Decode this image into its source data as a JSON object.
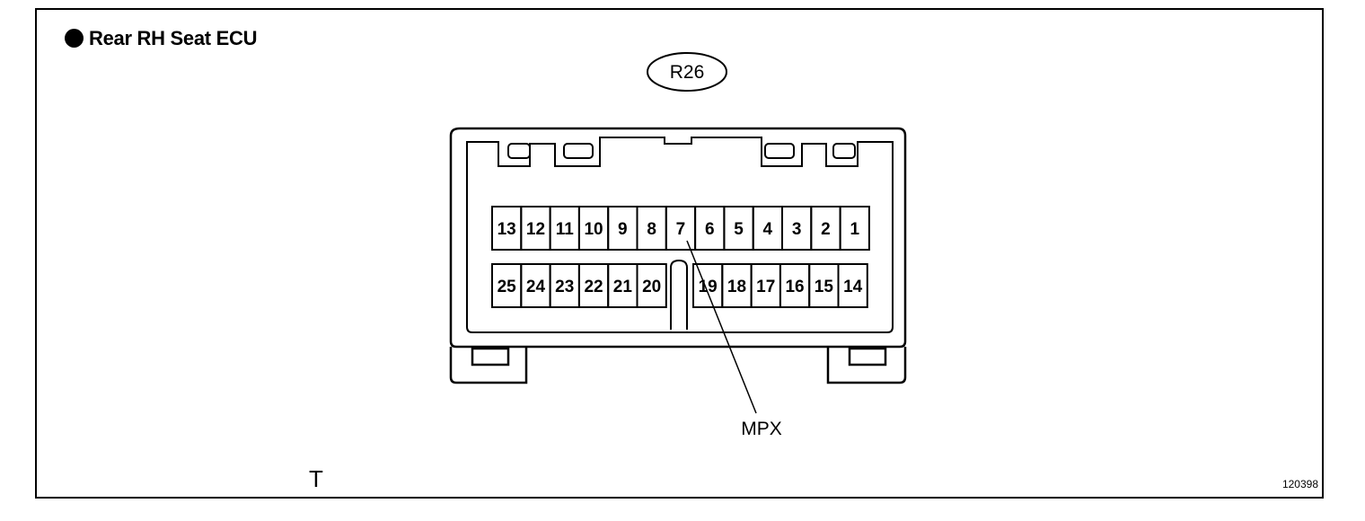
{
  "title": "Rear RH Seat ECU",
  "connector_code": "R26",
  "pins_top": [
    "13",
    "12",
    "11",
    "10",
    "9",
    "8",
    "7",
    "6",
    "5",
    "4",
    "3",
    "2",
    "1"
  ],
  "pins_bottom_left": [
    "25",
    "24",
    "23",
    "22",
    "21",
    "20"
  ],
  "pins_bottom_right": [
    "19",
    "18",
    "17",
    "16",
    "15",
    "14"
  ],
  "callout": {
    "pin": "7",
    "label": "MPX"
  },
  "corner_mark": "T",
  "figure_id": "120398"
}
